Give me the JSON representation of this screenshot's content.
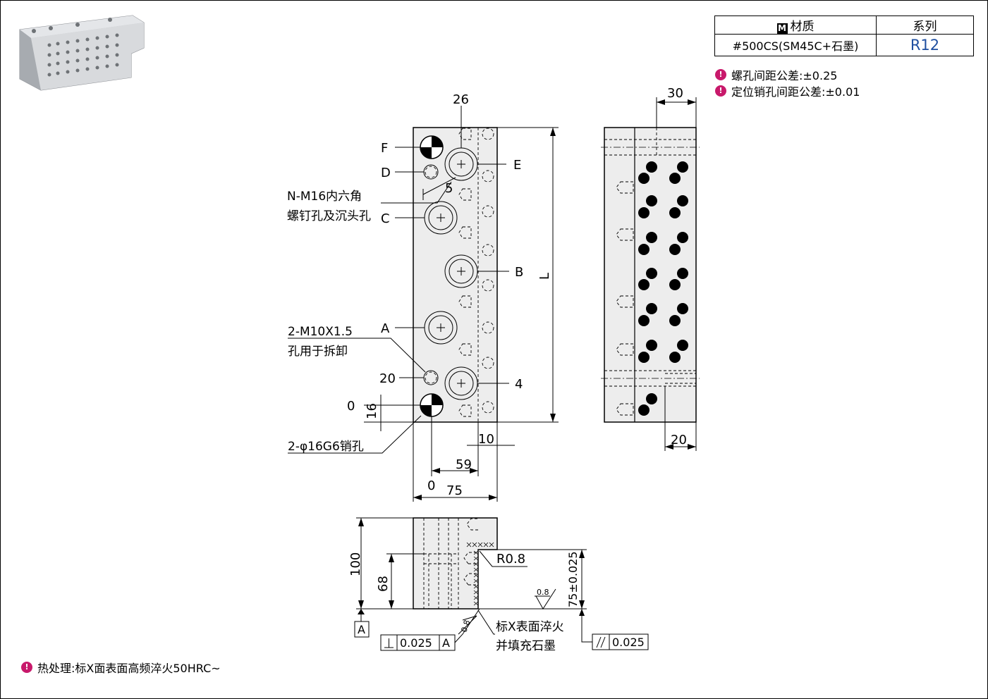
{
  "spec_table": {
    "material_header_icon": "M",
    "material_header": "材质",
    "series_header": "系列",
    "material_value": "#500CS(SM45C+石墨)",
    "series_value": "R12"
  },
  "notes": {
    "screw_tolerance": "螺孔间距公差:±0.25",
    "pin_tolerance": "定位销孔间距公差:±0.01",
    "heat_treatment": "热处理:标X面表面高频淬火50HRC~",
    "note_icon": "warning-pin-icon"
  },
  "front_view": {
    "dim_top": "26",
    "hole_F": "F",
    "hole_D": "D",
    "hole_E": "E",
    "hole_C": "C",
    "hole_B": "B",
    "hole_A": "A",
    "dim_5": "5",
    "screw_label_1": "N-M16内六角",
    "screw_label_2": "螺钉孔及沉头孔",
    "length_label": "L",
    "tap_label_1": "2-M10X1.5",
    "tap_label_2": "孔用于拆卸",
    "dim_20": "20",
    "dim_4": "4",
    "dim_0_left": "0",
    "dim_16": "16",
    "pin_label": "2-φ16G6销孔",
    "dim_10": "10",
    "dim_59": "59",
    "dim_0_bottom": "0",
    "dim_75": "75"
  },
  "side_view": {
    "dim_30": "30",
    "dim_20": "20"
  },
  "section_view": {
    "dim_100": "100",
    "dim_68": "68",
    "radius": "R0.8",
    "surface_finish_1": "0.8",
    "surface_finish_2": "0.8",
    "dim_75": "75±0.025",
    "datum": "A",
    "perp_value": "0.025",
    "perp_datum": "A",
    "x_note_1": "标X表面淬火",
    "x_note_2": "并填充石墨",
    "parallel_value": "0.025"
  }
}
